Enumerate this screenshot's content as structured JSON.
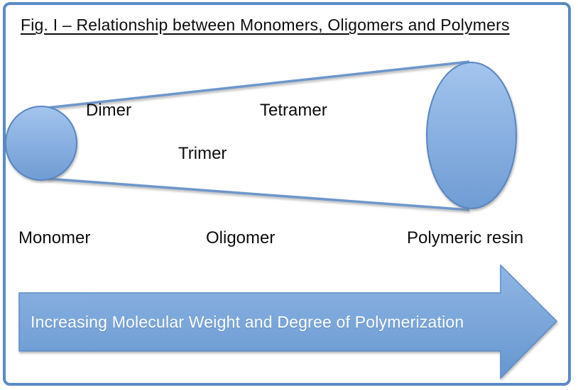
{
  "figure": {
    "title": "Fig. I – Relationship between Monomers, Oligomers and Polymers",
    "labels": {
      "dimer": "Dimer",
      "trimer": "Trimer",
      "tetramer": "Tetramer",
      "monomer": "Monomer",
      "oligomer": "Oligomer",
      "polymeric_resin": "Polymeric resin"
    },
    "arrow_text": "Increasing Molecular Weight and Degree of Polymerization"
  },
  "colors": {
    "border_blue": "#5b8ac6",
    "shape_fill_top": "#a3c4ed",
    "shape_fill_bottom": "#6f9cd4",
    "shape_stroke": "#5a86c2",
    "arrow_fill_top": "#8fb5e3",
    "arrow_fill_bottom": "#6697d0",
    "arrow_stroke": "#5c8cc9",
    "cone_line": "#6d97cb",
    "arrow_text_color": "#ffffff",
    "text_color": "#0d0d0d"
  }
}
